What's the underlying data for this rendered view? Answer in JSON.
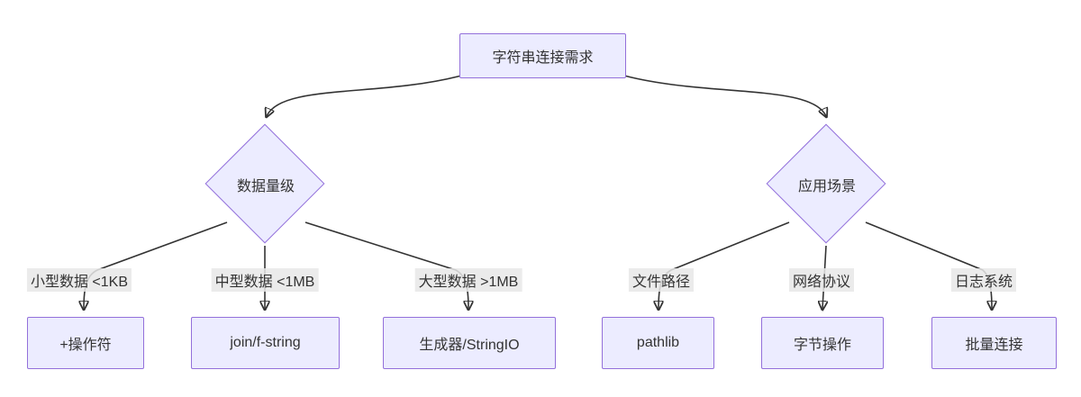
{
  "diagram": {
    "type": "flowchart",
    "root": {
      "label": "字符串连接需求"
    },
    "decisions": [
      {
        "label": "数据量级"
      },
      {
        "label": "应用场景"
      }
    ],
    "branches": [
      {
        "edge_label": "小型数据 <1KB",
        "target": "+操作符"
      },
      {
        "edge_label": "中型数据 <1MB",
        "target": "join/f-string"
      },
      {
        "edge_label": "大型数据 >1MB",
        "target": "生成器/StringIO"
      },
      {
        "edge_label": "文件路径",
        "target": "pathlib"
      },
      {
        "edge_label": "网络协议",
        "target": "字节操作"
      },
      {
        "edge_label": "日志系统",
        "target": "批量连接"
      }
    ],
    "colors": {
      "node_fill": "#ECECFF",
      "node_border": "#9370DB",
      "edge_stroke": "#333333",
      "edge_label_bg": "#E8E8E8",
      "text": "#333333"
    }
  }
}
